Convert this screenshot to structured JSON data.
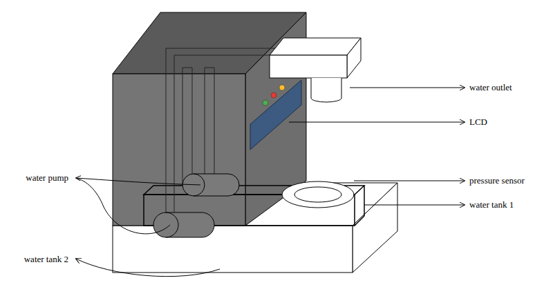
{
  "diagram": {
    "labels": [
      "water outlet",
      "LCD",
      "water pump",
      "pressure sensor",
      "water tank 1",
      "water tank 2"
    ]
  }
}
